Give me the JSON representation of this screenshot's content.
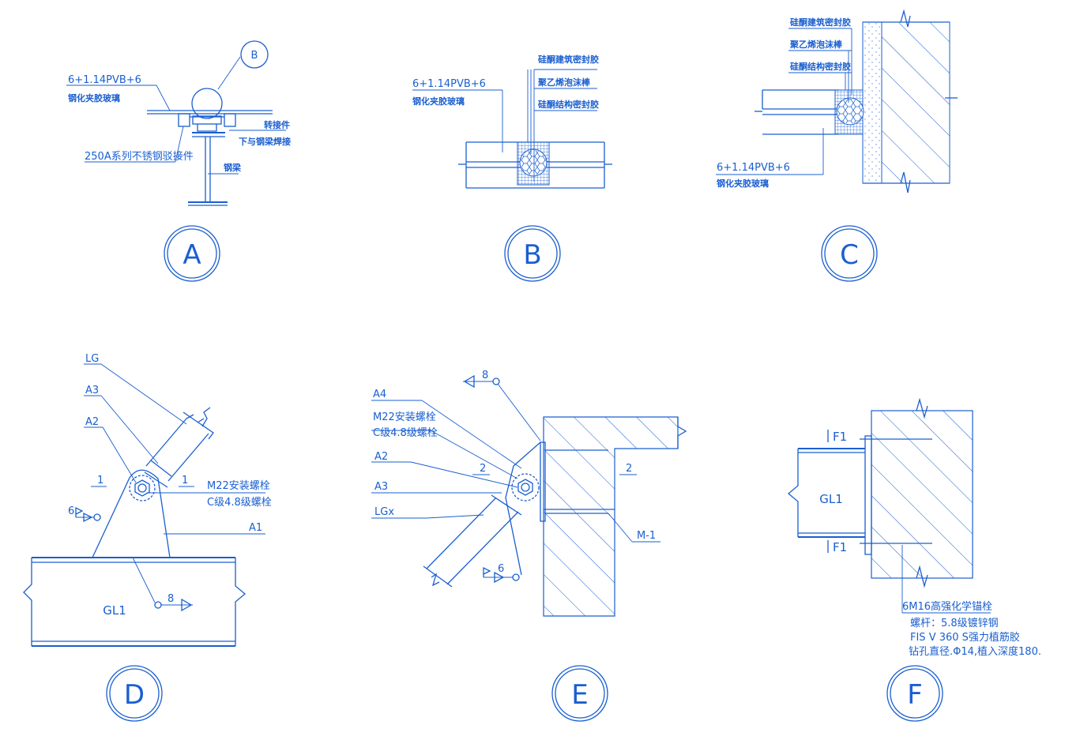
{
  "color": "#1a5fd0",
  "detailA": {
    "callout": "B",
    "glass": "6+1.14PVB+6",
    "glass_type": "钢化夹胶玻璃",
    "adapter": "转接件",
    "weld": "下与钢梁焊接",
    "claw": "250A系列不锈钢驳接件",
    "beam": "钢梁",
    "title": "A"
  },
  "detailB": {
    "glass": "6+1.14PVB+6",
    "glass_type": "钢化夹胶玻璃",
    "seal1": "硅酮建筑密封胶",
    "foam": "聚乙烯泡沫棒",
    "seal2": "硅酮结构密封胶",
    "title": "B"
  },
  "detailC": {
    "seal1": "硅酮建筑密封胶",
    "foam": "聚乙烯泡沫棒",
    "seal2": "硅酮结构密封胶",
    "glass": "6+1.14PVB+6",
    "glass_type": "钢化夹胶玻璃",
    "title": "C"
  },
  "detailD": {
    "lg": "LG",
    "a3": "A3",
    "a2": "A2",
    "one_left": "1",
    "one_right": "1",
    "bolt": "M22安装螺栓",
    "bolt_grade": "C级4.8级螺栓",
    "a1": "A1",
    "weld6": "6",
    "weld8": "8",
    "gl1": "GL1",
    "title": "D"
  },
  "detailE": {
    "weld8": "8",
    "a4": "A4",
    "bolt": "M22安装螺栓",
    "bolt_grade": "C级4.8级螺栓",
    "a2": "A2",
    "a3": "A3",
    "lgx": "LGx",
    "two_left": "2",
    "two_right": "2",
    "m1": "M-1",
    "weld6": "6",
    "title": "E"
  },
  "detailF": {
    "f1_top": "F1",
    "f1_bottom": "F1",
    "gl1": "GL1",
    "anchor": "6M16高强化学锚栓",
    "rod": "螺杆：5.8级镀锌钢",
    "glue": "FIS V 360 S强力植筋胶",
    "drill": "钻孔直径.Φ14,植入深度180.",
    "title": "F"
  }
}
